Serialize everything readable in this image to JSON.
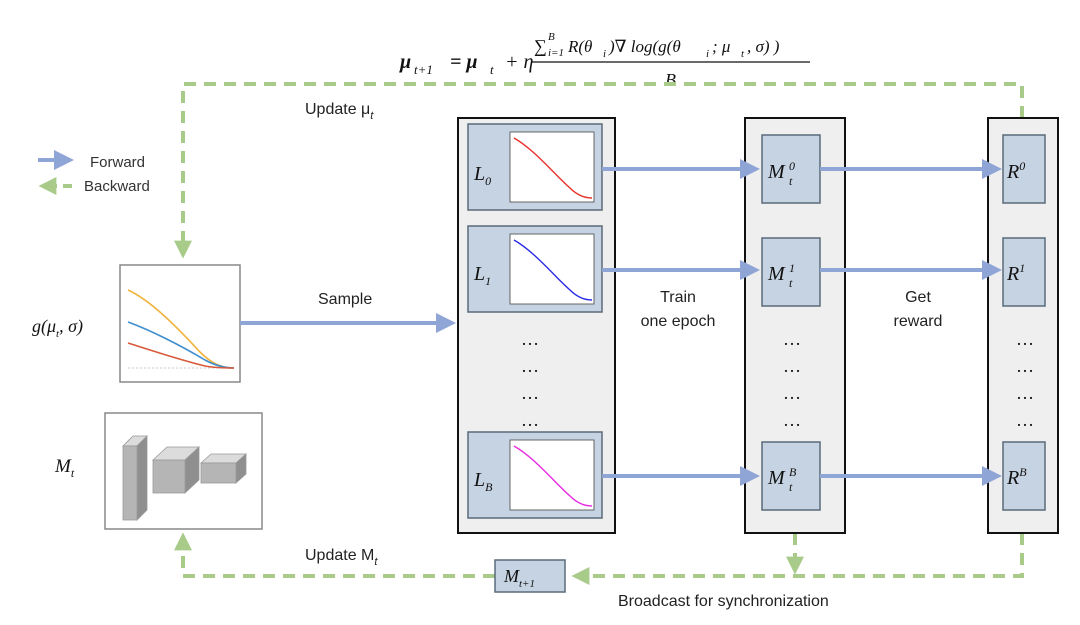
{
  "formula": {
    "lhs": "μ",
    "lhs_sub": "t+1",
    "eq_rhs": "= μ",
    "rhs_sub": "t",
    "plus_eta": "+ η",
    "numerator_sum": "∑",
    "numerator_sum_sub": "i=1",
    "numerator_sum_sup": "B",
    "numerator_body": "R(θ",
    "numerator_body_sub": "i",
    "numerator_rest": ")∇ log(g(θ",
    "numerator_rest_sub": "i",
    "numerator_rest2": "; μ",
    "numerator_rest2_sub": "t",
    "numerator_end": ", σ) )",
    "denominator": "B"
  },
  "legend": {
    "forward": "Forward",
    "backward": "Backward"
  },
  "labels": {
    "update_mu": "Update μ",
    "update_mu_sub": "t",
    "update_m": "Update M",
    "update_m_sub": "t",
    "sample": "Sample",
    "train_line1": "Train",
    "train_line2": "one epoch",
    "reward_line1": "Get",
    "reward_line2": "reward",
    "broadcast": "Broadcast for synchronization",
    "g_func": "g(μ",
    "g_func_sub": "t",
    "g_func_end": ", σ)",
    "m_t": "M",
    "m_t_sub": "t",
    "m_next": "M",
    "m_next_sub": "t+1"
  },
  "losses": [
    {
      "base": "L",
      "sub": "0",
      "color": "#e8302a"
    },
    {
      "base": "L",
      "sub": "1",
      "color": "#2a2ae8"
    },
    {
      "base": "L",
      "sub": "B",
      "color": "#e82ae0"
    }
  ],
  "models": [
    {
      "base": "M",
      "sub": "t",
      "sup": "0"
    },
    {
      "base": "M",
      "sub": "t",
      "sup": "1"
    },
    {
      "base": "M",
      "sub": "t",
      "sup": "B"
    }
  ],
  "rewards": [
    {
      "base": "R",
      "sup": "0"
    },
    {
      "base": "R",
      "sup": "1"
    },
    {
      "base": "R",
      "sup": "B"
    }
  ],
  "ellipsis": "…",
  "colors": {
    "forward": "#8fa5d6",
    "backward": "#a8cb8a",
    "box_fill": "#c6d3e3",
    "box_stroke": "#5a6b7a",
    "column_fill": "#efefef",
    "curve_yellow": "#f0b43c",
    "curve_blue": "#3e8ed0",
    "curve_red": "#d85a3a"
  }
}
